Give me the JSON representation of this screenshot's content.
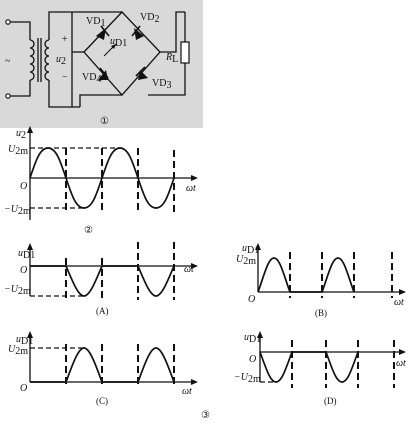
{
  "circuit": {
    "tilde": "~",
    "u2": "u",
    "u2_sub": "2",
    "plus": "+",
    "minus": "−",
    "vd1": "VD",
    "vd1_sub": "1",
    "vd2": "VD",
    "vd2_sub": "2",
    "vd3": "VD",
    "vd3_sub": "3",
    "vd4": "VD",
    "vd4_sub": "4",
    "ud1": "u",
    "ud1_sub": "D1",
    "rl": "R",
    "rl_sub": "L",
    "caption": "①"
  },
  "plot2": {
    "ylabel": "u",
    "ylabel_sub": "2",
    "peak": "U",
    "peak_sub": "2m",
    "neg_peak": "−U",
    "neg_peak_sub": "2m",
    "origin": "O",
    "xlabel": "ωt",
    "caption": "②"
  },
  "options": [
    {
      "caption": "(A)",
      "ylabel": "u",
      "ylabel_sub": "D1",
      "level": "−U",
      "level_sub": "2m",
      "origin": "O",
      "xlabel": "ωt"
    },
    {
      "caption": "(B)",
      "ylabel": "u",
      "ylabel_sub": "D1",
      "level": "U",
      "level_sub": "2m",
      "origin": "O",
      "xlabel": "ωt"
    },
    {
      "caption": "(C)",
      "ylabel": "u",
      "ylabel_sub": "D1",
      "level": "U",
      "level_sub": "2m",
      "origin": "O",
      "xlabel": "ωt"
    },
    {
      "caption": "(D)",
      "ylabel": "u",
      "ylabel_sub": "D1",
      "level": "−U",
      "level_sub": "2m",
      "origin": "O",
      "xlabel": "ωt"
    }
  ],
  "figure_caption": "③"
}
